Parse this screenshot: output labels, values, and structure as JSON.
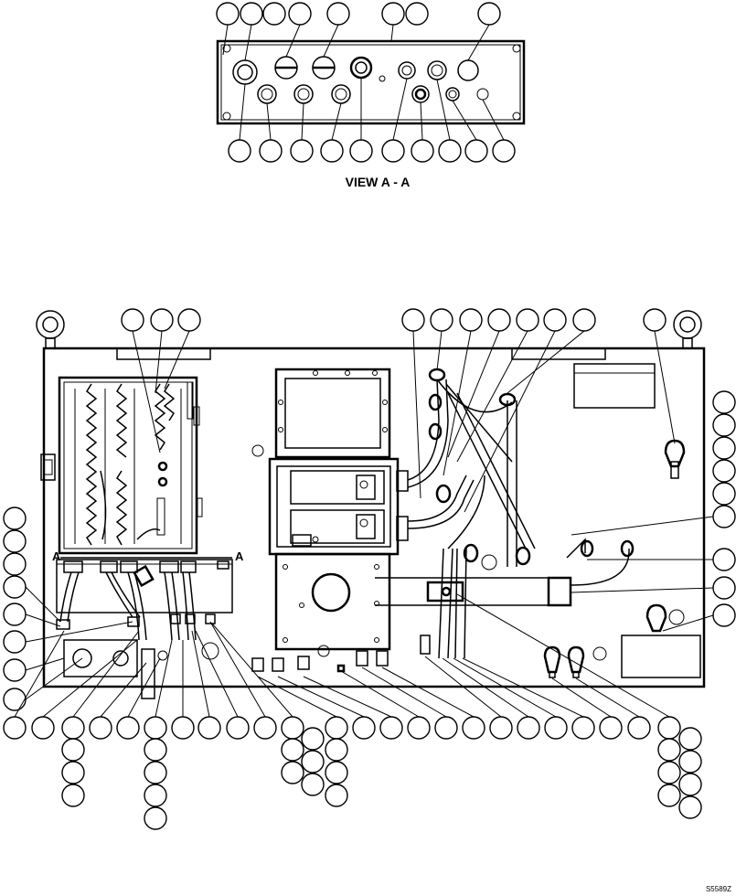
{
  "view_title": "VIEW A - A",
  "section_mark_left": "A",
  "section_mark_right": "A",
  "figure_number": "S5589Z"
}
